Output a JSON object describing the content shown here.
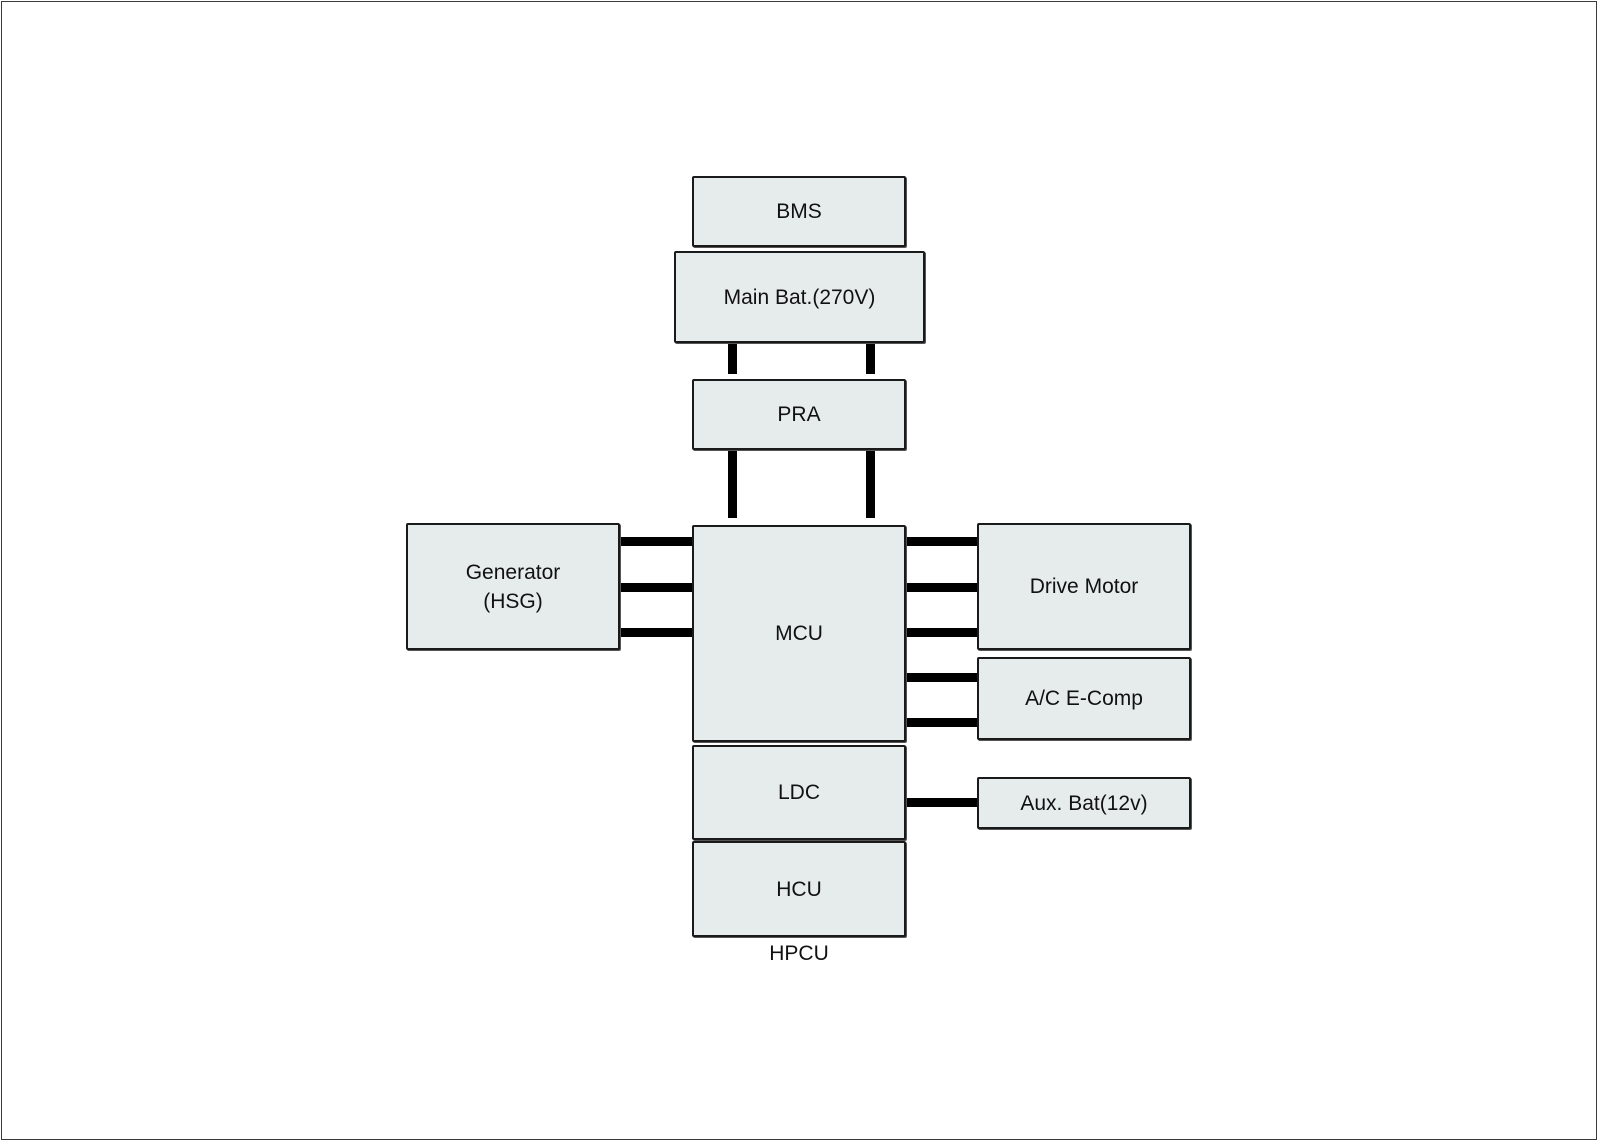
{
  "diagram": {
    "nodes": {
      "bms": "BMS",
      "main_bat": "Main Bat.(270V)",
      "pra": "PRA",
      "generator": "Generator\n(HSG)",
      "mcu": "MCU",
      "drive_motor": "Drive Motor",
      "ac_ecomp": "A/C E-Comp",
      "ldc": "LDC",
      "aux_bat": "Aux. Bat(12v)",
      "hcu": "HCU"
    },
    "group_label": "HPCU",
    "connections": [
      {
        "from": "Main Bat.(270V)",
        "to": "PRA",
        "lines": 2
      },
      {
        "from": "PRA",
        "to": "MCU",
        "lines": 2
      },
      {
        "from": "Generator\n(HSG)",
        "to": "MCU",
        "lines": 3
      },
      {
        "from": "MCU",
        "to": "Drive Motor",
        "lines": 3
      },
      {
        "from": "MCU",
        "to": "A/C E-Comp",
        "lines": 2
      },
      {
        "from": "LDC",
        "to": "Aux. Bat(12v)",
        "lines": 1
      }
    ]
  }
}
